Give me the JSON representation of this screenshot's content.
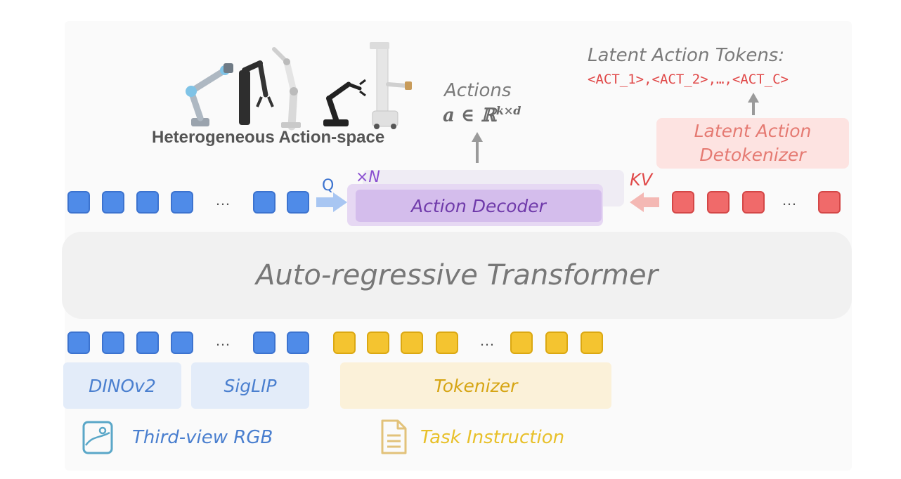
{
  "robots": {
    "caption": "Heterogeneous Action-space"
  },
  "actions": {
    "label": "Actions",
    "formula_base": "a ∈ ℝ",
    "formula_sup": "k×d"
  },
  "latent_tokens": {
    "title": "Latent Action Tokens:",
    "sequence": "<ACT_1>,<ACT_2>,…,<ACT_C>"
  },
  "detokenizer": {
    "line1": "Latent Action",
    "line2": "Detokenizer"
  },
  "decoder": {
    "label": "Action Decoder",
    "repeat": "×N",
    "query": "Q",
    "key_value": "KV"
  },
  "transformer": {
    "label": "Auto-regressive Transformer"
  },
  "encoders": {
    "dino": "DINOv2",
    "siglip": "SigLIP",
    "tokenizer": "Tokenizer"
  },
  "inputs": {
    "rgb": "Third-view RGB",
    "task": "Task Instruction"
  },
  "ellipsis": "…",
  "colors": {
    "blue": "#4f8be8",
    "yellow": "#f4c430",
    "red": "#f06a6a",
    "purple": "#8a4fd0",
    "gray_text": "#7a7a7a"
  }
}
